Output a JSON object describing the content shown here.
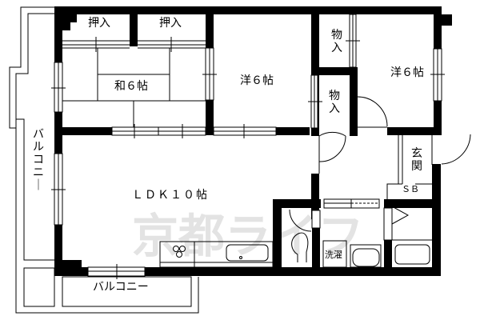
{
  "floorplan": {
    "rooms": {
      "washitsu": {
        "label": "和６帖",
        "type": "Japanese-style room",
        "size_jo": 6
      },
      "oshiire_1": {
        "label": "押入"
      },
      "oshiire_2": {
        "label": "押入"
      },
      "yoshitsu_center": {
        "label": "洋６帖",
        "type": "Western-style room",
        "size_jo": 6
      },
      "yoshitsu_right": {
        "label": "洋６帖",
        "type": "Western-style room",
        "size_jo": 6
      },
      "monoire_top": {
        "label": "物入"
      },
      "monoire_bottom": {
        "label": "物入"
      },
      "ldk": {
        "label": "ＬＤＫ１０帖",
        "size_jo": 10
      },
      "genkan": {
        "label": "玄関"
      },
      "shoe_box": {
        "label": "ＳＢ"
      },
      "laundry": {
        "label": "洗濯"
      },
      "balcony_side": {
        "label": "バルコニー"
      },
      "balcony_bottom": {
        "label": "バルコニー"
      }
    },
    "watermark": {
      "text": "京都ライフ",
      "color": "#e3e3e3"
    },
    "colors": {
      "wall": "#000000",
      "background": "#ffffff"
    }
  }
}
